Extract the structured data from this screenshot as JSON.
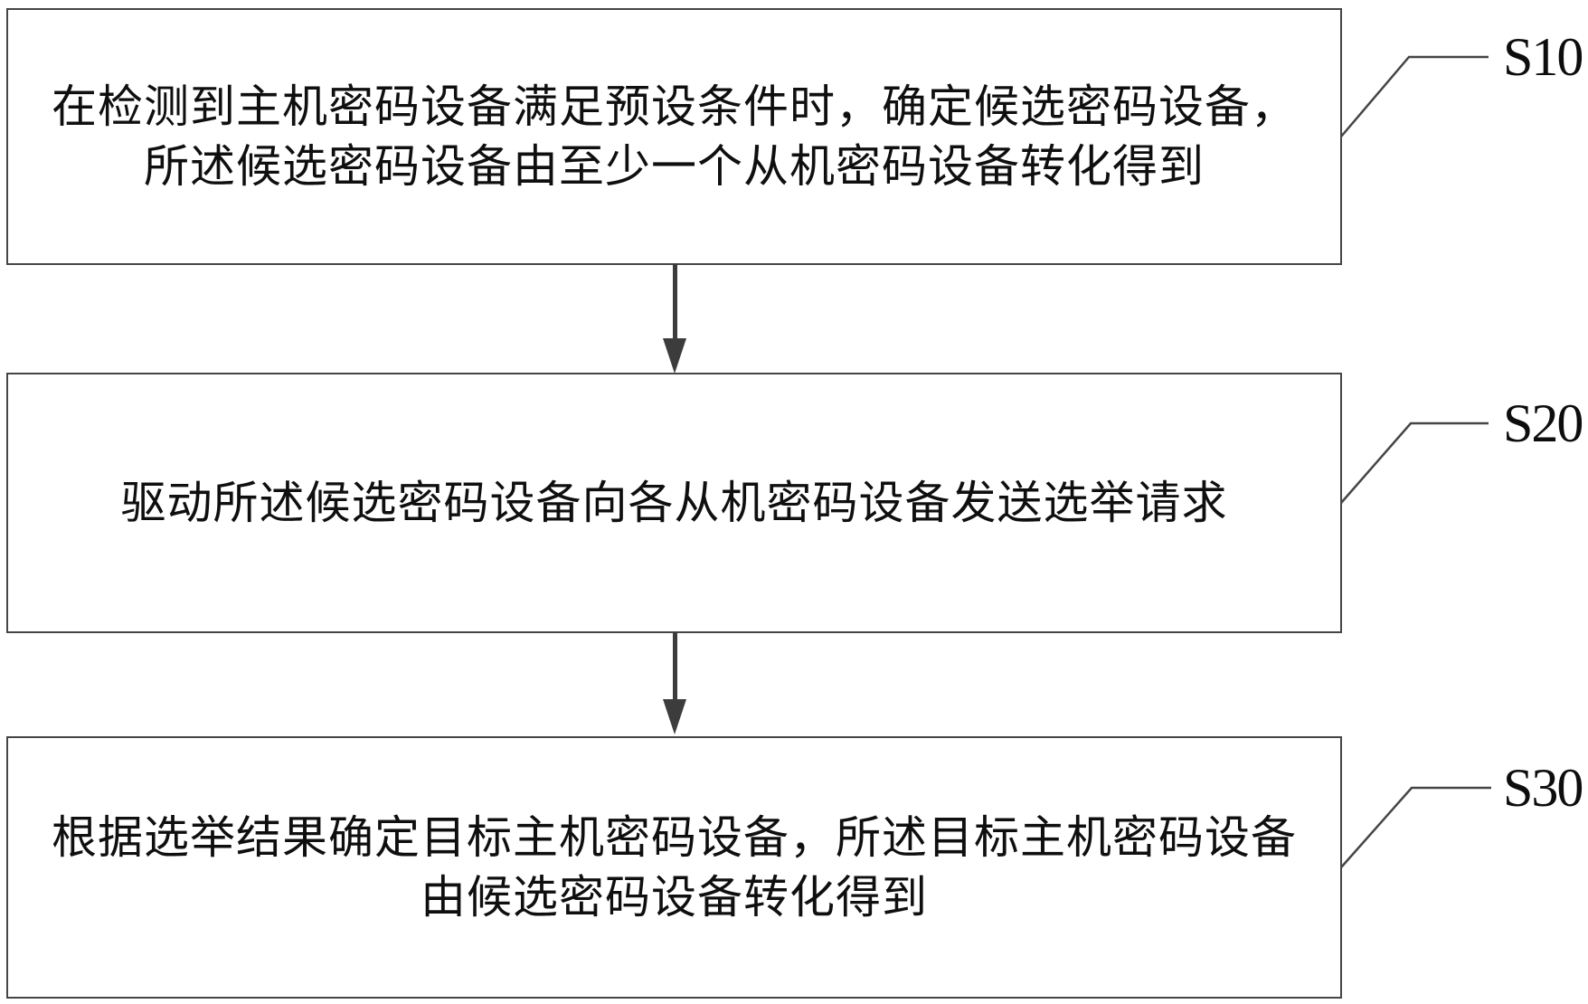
{
  "figure": {
    "type": "flowchart",
    "background_color": "#ffffff",
    "border_color": "#454545",
    "arrow_color": "#3c3c3c",
    "text_color": "#0f0f0f",
    "steps": [
      {
        "label": "S10",
        "lines": [
          "在检测到主机密码设备满足预设条件时，确定候选密码设备，",
          "所述候选密码设备由至少一个从机密码设备转化得到"
        ]
      },
      {
        "label": "S20",
        "lines": [
          "驱动所述候选密码设备向各从机密码设备发送选举请求"
        ]
      },
      {
        "label": "S30",
        "lines": [
          "根据选举结果确定目标主机密码设备，所述目标主机密码设备",
          "由候选密码设备转化得到"
        ]
      }
    ]
  }
}
